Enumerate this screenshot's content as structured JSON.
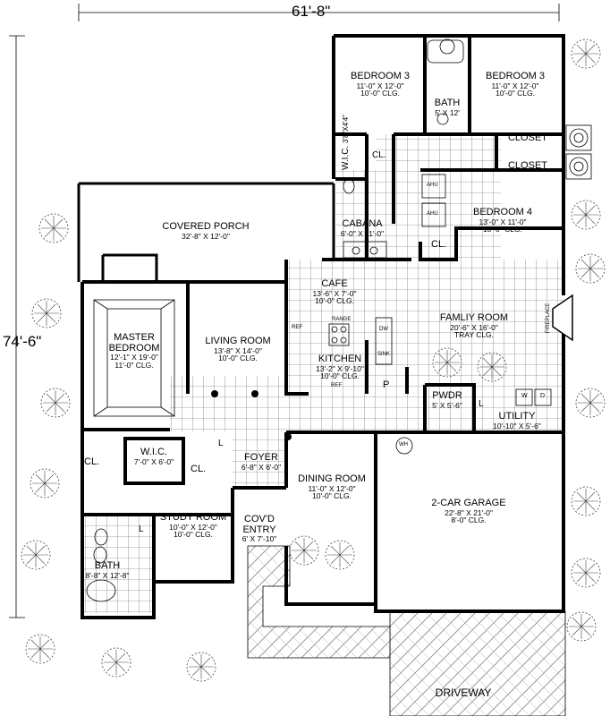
{
  "dimensions": {
    "width": "61'-8\"",
    "depth": "74'-6\""
  },
  "rooms": {
    "bedroom3a": {
      "name": "BEDROOM 3",
      "size": "11'-0\" X 12'-0\"",
      "clg": "10'-0\" CLG."
    },
    "bedroom3b": {
      "name": "BEDROOM 3",
      "size": "11'-0\" X 12'-0\"",
      "clg": "10'-0\" CLG."
    },
    "bath_top": {
      "name": "BATH",
      "size": "5' X 12'"
    },
    "closet1": {
      "name": "CLOSET"
    },
    "closet2": {
      "name": "CLOSET"
    },
    "wic_top": {
      "name": "W.I.C.",
      "size": "3'8\"X4'4\""
    },
    "cl_top": {
      "name": "CL."
    },
    "bedroom4": {
      "name": "BEDROOM 4",
      "size": "13'-0\" X 11'-0\"",
      "clg": "10'-0\" CLG."
    },
    "cabana": {
      "name": "CABANA",
      "size": "6'-0\" X 11'-0\""
    },
    "cl_cabana": {
      "name": "CL."
    },
    "covered_porch": {
      "name": "COVERED PORCH",
      "size": "32'-8\" X 12'-0\""
    },
    "cafe": {
      "name": "CAFE",
      "size": "13'-6\" X 7'-0\"",
      "clg": "10'-0\" CLG."
    },
    "family_room": {
      "name": "FAMLIY ROOM",
      "size": "20'-6\" X 16'-0\"",
      "clg": "TRAY CLG."
    },
    "master_bedroom": {
      "name": "MASTER",
      "name2": "BEDROOM",
      "size": "12'-1\" X 19'-0\"",
      "clg": "11'-0\" CLG."
    },
    "living_room": {
      "name": "LIVING ROOM",
      "size": "13'-8\" X 14'-0\"",
      "clg": "10'-0\" CLG."
    },
    "kitchen": {
      "name": "KITCHEN",
      "size": "13'-2\" X 9'-10\"",
      "clg": "10'-0\" CLG."
    },
    "pwdr": {
      "name": "PWDR",
      "size": "5' X 5'-6\""
    },
    "utility": {
      "name": "UTILITY",
      "size": "10'-10\" X 5'-6\""
    },
    "wic_master": {
      "name": "W.I.C.",
      "size": "7'-0\" X 6'-0\""
    },
    "cl_left": {
      "name": "CL."
    },
    "cl_mid": {
      "name": "CL."
    },
    "foyer": {
      "name": "FOYER",
      "size": "6'-8\" X 6'-0\""
    },
    "dining_room": {
      "name": "DINING ROOM",
      "size": "11'-0\" X 12'-0\"",
      "clg": "10'-0\" CLG."
    },
    "garage": {
      "name": "2-CAR GARAGE",
      "size": "22'-8\" X 21'-0\"",
      "clg": "8'-0\" CLG."
    },
    "study_room": {
      "name": "STUDY ROOM",
      "size": "10'-0\" X 12'-0\"",
      "clg": "10'-0\" CLG."
    },
    "covd_entry": {
      "name": "COV'D",
      "name2": "ENTRY",
      "size": "6' X 7'-10\""
    },
    "bath_master": {
      "name": "BATH",
      "size": "8'-8\" X 12'-8\""
    },
    "driveway": {
      "name": "DRIVEWAY"
    }
  },
  "fixtures": {
    "range": "RANGE",
    "dw": "DW",
    "sink": "SINK",
    "ref": "REF",
    "ref2": "REF",
    "pantry": "P",
    "ahu1": "AHU",
    "ahu2": "AHU",
    "wh": "WH",
    "w": "W",
    "d": "D",
    "fireplace": "FIREPLACE",
    "l1": "L",
    "l2": "L",
    "l3": "L"
  },
  "colors": {
    "wall": "#000000",
    "tile": "#555555",
    "paver": "#777777"
  }
}
